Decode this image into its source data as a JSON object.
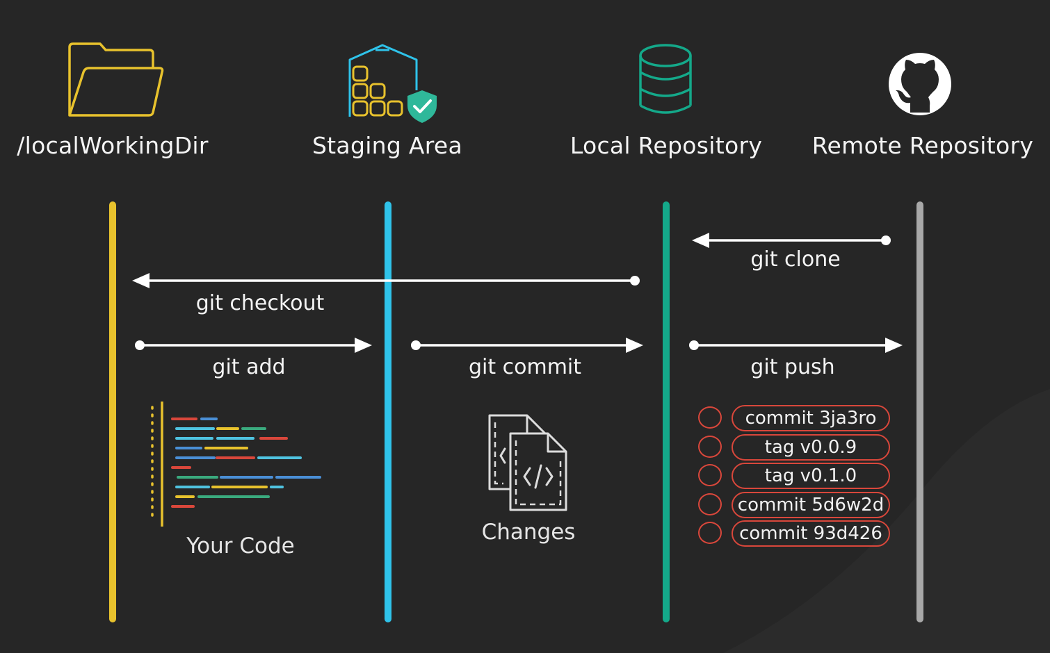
{
  "columns": [
    {
      "title": "/localWorkingDir",
      "color": "#e8c22d",
      "icon": "folder-icon"
    },
    {
      "title": "Staging Area",
      "color": "#2fc3ea",
      "icon": "staging-box-icon"
    },
    {
      "title": "Local Repository",
      "color": "#14a98a",
      "icon": "database-icon"
    },
    {
      "title": "Remote Repository",
      "color": "#a8a8a8",
      "icon": "github-icon"
    }
  ],
  "commands": {
    "clone": "git clone",
    "checkout": "git checkout",
    "add": "git add",
    "commit": "git commit",
    "push": "git push"
  },
  "captions": {
    "your_code": "Your Code",
    "changes": "Changes"
  },
  "refs": [
    "commit 3ja3ro",
    "tag v0.0.9",
    "tag v0.1.0",
    "commit 5d6w2d",
    "commit 93d426"
  ],
  "colors": {
    "background": "#262626",
    "arrow": "#ffffff",
    "ref_outline": "#d9473b",
    "staging_check": "#2fb89a"
  }
}
